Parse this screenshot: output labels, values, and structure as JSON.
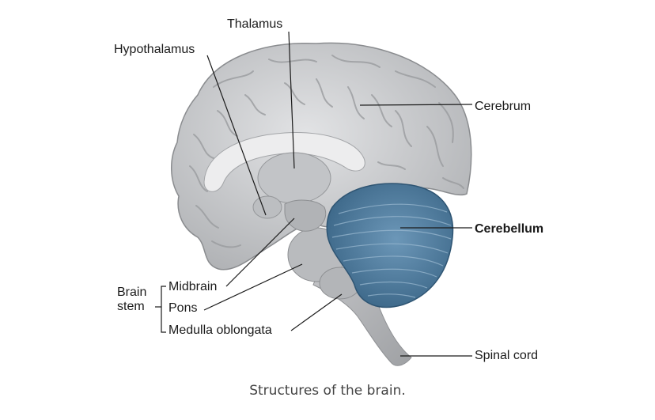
{
  "labels": {
    "thalamus": "Thalamus",
    "hypothalamus": "Hypothalamus",
    "cerebrum": "Cerebrum",
    "cerebellum": "Cerebellum",
    "midbrain": "Midbrain",
    "pons": "Pons",
    "medulla": "Medulla oblongata",
    "spinal_cord": "Spinal cord",
    "brain_stem_line1": "Brain",
    "brain_stem_line2": "stem"
  },
  "caption": "Structures of the brain.",
  "colors": {
    "brain_gray": "#c9cacc",
    "cortex_light": "#dcdddf",
    "corpus_callosum": "#eeeeef",
    "cerebellum_blue": "#4f7fa3",
    "leader_line": "#1a1a1a"
  }
}
